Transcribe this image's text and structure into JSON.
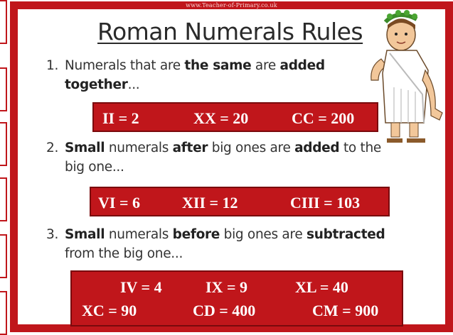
{
  "url_text": "www.Teacher-of-Primary.co.uk",
  "title": "Roman Numerals Rules",
  "rules": [
    {
      "number": "1.",
      "line1_parts": [
        "Numerals that are ",
        "the same",
        " are ",
        "added"
      ],
      "line2_parts": [
        "together",
        "..."
      ],
      "examples": [
        "II = 2",
        "XX = 20",
        "CC = 200"
      ]
    },
    {
      "number": "2.",
      "line1_parts": [
        "Small",
        " numerals ",
        "after",
        " big ones are ",
        "added",
        " to the"
      ],
      "line2_parts": [
        "big one..."
      ],
      "examples": [
        "VI = 6",
        "XII = 12",
        "CIII = 103"
      ]
    },
    {
      "number": "3.",
      "line1_parts": [
        "Small",
        " numerals ",
        "before",
        " big ones are ",
        "subtracted"
      ],
      "line2_parts": [
        "from the big one..."
      ],
      "examples_row1": [
        "IV = 4",
        "IX = 9",
        "XL = 40"
      ],
      "examples_row2": [
        "XC = 90",
        "CD = 400",
        "CM = 900"
      ]
    }
  ],
  "colors": {
    "frame": "#c0161b",
    "box": "#c0161b",
    "text": "#333333"
  }
}
